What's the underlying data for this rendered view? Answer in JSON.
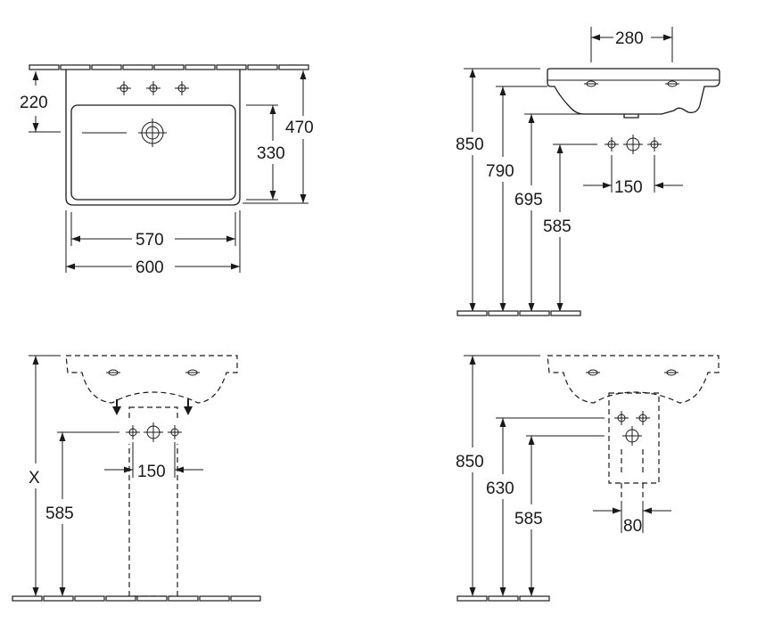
{
  "top_view": {
    "dim_220": "220",
    "dim_330": "330",
    "dim_470": "470",
    "dim_570": "570",
    "dim_600": "600"
  },
  "side_view": {
    "dim_280": "280",
    "dim_850": "850",
    "dim_790": "790",
    "dim_695": "695",
    "dim_585": "585",
    "dim_150": "150"
  },
  "pedestal_view": {
    "dim_x": "X",
    "dim_585": "585",
    "dim_150": "150"
  },
  "semi_pedestal_view": {
    "dim_850": "850",
    "dim_630": "630",
    "dim_585": "585",
    "dim_80": "80"
  }
}
